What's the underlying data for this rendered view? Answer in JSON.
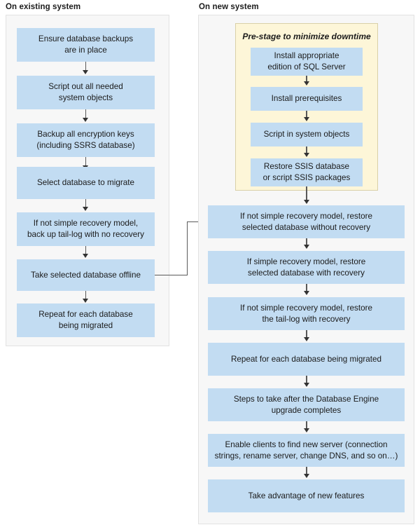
{
  "diagram": {
    "title_existing": "On existing system",
    "title_new": "On new system",
    "colors": {
      "node_fill": "#c2dcf2",
      "panel_fill": "#f7f7f7",
      "panel_border": "#e2e2e2",
      "prestage_fill": "#fdf6d8",
      "prestage_border": "#d9d0a8",
      "arrow": "#595959",
      "text": "#1b1b1b"
    },
    "existing_system": {
      "steps": [
        {
          "id": "ensure-backups",
          "lines": [
            "Ensure database backups",
            "are in place"
          ]
        },
        {
          "id": "script-system-objects",
          "lines": [
            "Script out all needed",
            "system objects"
          ]
        },
        {
          "id": "backup-encryption-keys",
          "lines": [
            "Backup all encryption keys",
            "(including SSRS database)"
          ]
        },
        {
          "id": "select-database",
          "lines": [
            "Select database to migrate"
          ]
        },
        {
          "id": "backup-tail-log",
          "lines": [
            "If not simple recovery model,",
            "back up tail-log with no recovery"
          ]
        },
        {
          "id": "take-offline",
          "lines": [
            "Take selected database offline"
          ]
        },
        {
          "id": "repeat-each-database",
          "lines": [
            "Repeat for each database",
            "being migrated"
          ]
        }
      ]
    },
    "new_system": {
      "prestage": {
        "title": "Pre-stage to minimize downtime",
        "steps": [
          {
            "id": "install-sql-server",
            "lines": [
              "Install appropriate",
              "edition of SQL Server"
            ]
          },
          {
            "id": "install-prerequisites",
            "lines": [
              "Install prerequisites"
            ]
          },
          {
            "id": "script-in-system-objects",
            "lines": [
              "Script in system objects"
            ]
          },
          {
            "id": "restore-ssis",
            "lines": [
              "Restore SSIS database",
              "or script SSIS packages"
            ]
          }
        ]
      },
      "steps": [
        {
          "id": "restore-without-recovery",
          "lines": [
            "If not simple recovery model, restore",
            "selected database without recovery"
          ]
        },
        {
          "id": "restore-with-recovery",
          "lines": [
            "If simple recovery model, restore",
            "selected database with recovery"
          ]
        },
        {
          "id": "restore-tail-log",
          "lines": [
            "If not simple recovery model, restore",
            "the tail-log with recovery"
          ]
        },
        {
          "id": "repeat-each-database",
          "lines": [
            "Repeat for each database being migrated"
          ]
        },
        {
          "id": "post-upgrade-steps",
          "lines": [
            "Steps to take after the Database Engine",
            "upgrade completes"
          ]
        },
        {
          "id": "enable-clients",
          "lines": [
            "Enable clients to find new server (connection",
            "strings, rename server, change DNS, and so on…)"
          ]
        },
        {
          "id": "take-advantage-features",
          "lines": [
            "Take advantage of new features"
          ]
        }
      ]
    },
    "cross_connector": {
      "from": "take-offline",
      "to": "restore-without-recovery"
    }
  }
}
